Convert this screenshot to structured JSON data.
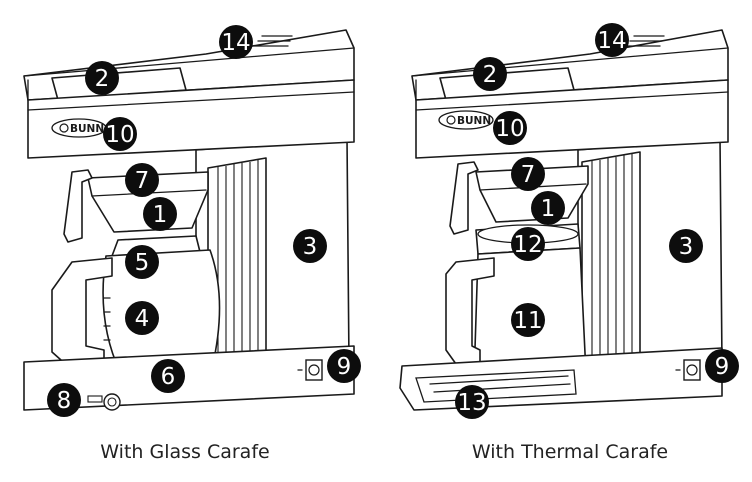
{
  "brand": "BUNN",
  "captions": {
    "glass": "With Glass Carafe",
    "thermal": "With Thermal Carafe"
  },
  "callouts": {
    "glass": [
      "14",
      "2",
      "10",
      "7",
      "1",
      "3",
      "5",
      "4",
      "6",
      "9",
      "8"
    ],
    "thermal": [
      "14",
      "2",
      "10",
      "7",
      "1",
      "12",
      "3",
      "11",
      "9",
      "13"
    ]
  },
  "colors": {
    "line": "#1a1a1a",
    "callout": "#0d0d0d",
    "callout_text": "#ffffff"
  }
}
